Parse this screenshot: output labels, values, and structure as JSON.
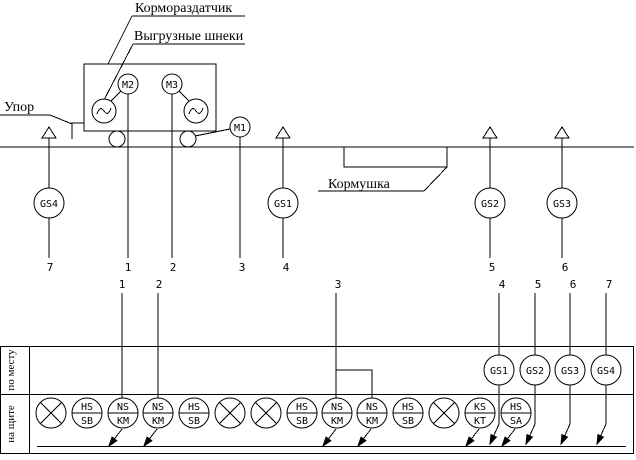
{
  "labels": {
    "feeder_dispenser": "Кормораздатчик",
    "unloading_augers": "Выгрузные шнеки",
    "stop": "Упор",
    "trough": "Кормушка"
  },
  "motors": [
    {
      "id": "M2",
      "label": "M2"
    },
    {
      "id": "M3",
      "label": "M3"
    },
    {
      "id": "M1",
      "label": "M1"
    }
  ],
  "field_sensors": [
    {
      "label": "GS4",
      "wire": "7"
    },
    {
      "label": "GS1",
      "wire": "4"
    },
    {
      "label": "GS2",
      "wire": "5"
    },
    {
      "label": "GS3",
      "wire": "6"
    }
  ],
  "upper_wire_numbers": [
    "7",
    "1",
    "2",
    "3",
    "4",
    "5",
    "6"
  ],
  "lower_wire_numbers": [
    "1",
    "2",
    "3",
    "4",
    "5",
    "6",
    "7"
  ],
  "table": {
    "row_local": "по месту",
    "row_panel": "на щите",
    "local_sensors": [
      "GS1",
      "GS2",
      "GS3",
      "GS4"
    ],
    "panel_devices": [
      {
        "type": "lamp"
      },
      {
        "type": "pair",
        "top": "HS",
        "bottom": "SB"
      },
      {
        "type": "pair",
        "top": "NS",
        "bottom": "KM"
      },
      {
        "type": "pair",
        "top": "NS",
        "bottom": "KM"
      },
      {
        "type": "pair",
        "top": "HS",
        "bottom": "SB"
      },
      {
        "type": "lamp"
      },
      {
        "type": "lamp"
      },
      {
        "type": "pair",
        "top": "HS",
        "bottom": "SB"
      },
      {
        "type": "pair",
        "top": "NS",
        "bottom": "KM"
      },
      {
        "type": "pair",
        "top": "NS",
        "bottom": "KM"
      },
      {
        "type": "pair",
        "top": "HS",
        "bottom": "SB"
      },
      {
        "type": "lamp"
      },
      {
        "type": "pair",
        "top": "KS",
        "bottom": "KT"
      },
      {
        "type": "pair",
        "top": "HS",
        "bottom": "SA"
      }
    ]
  }
}
